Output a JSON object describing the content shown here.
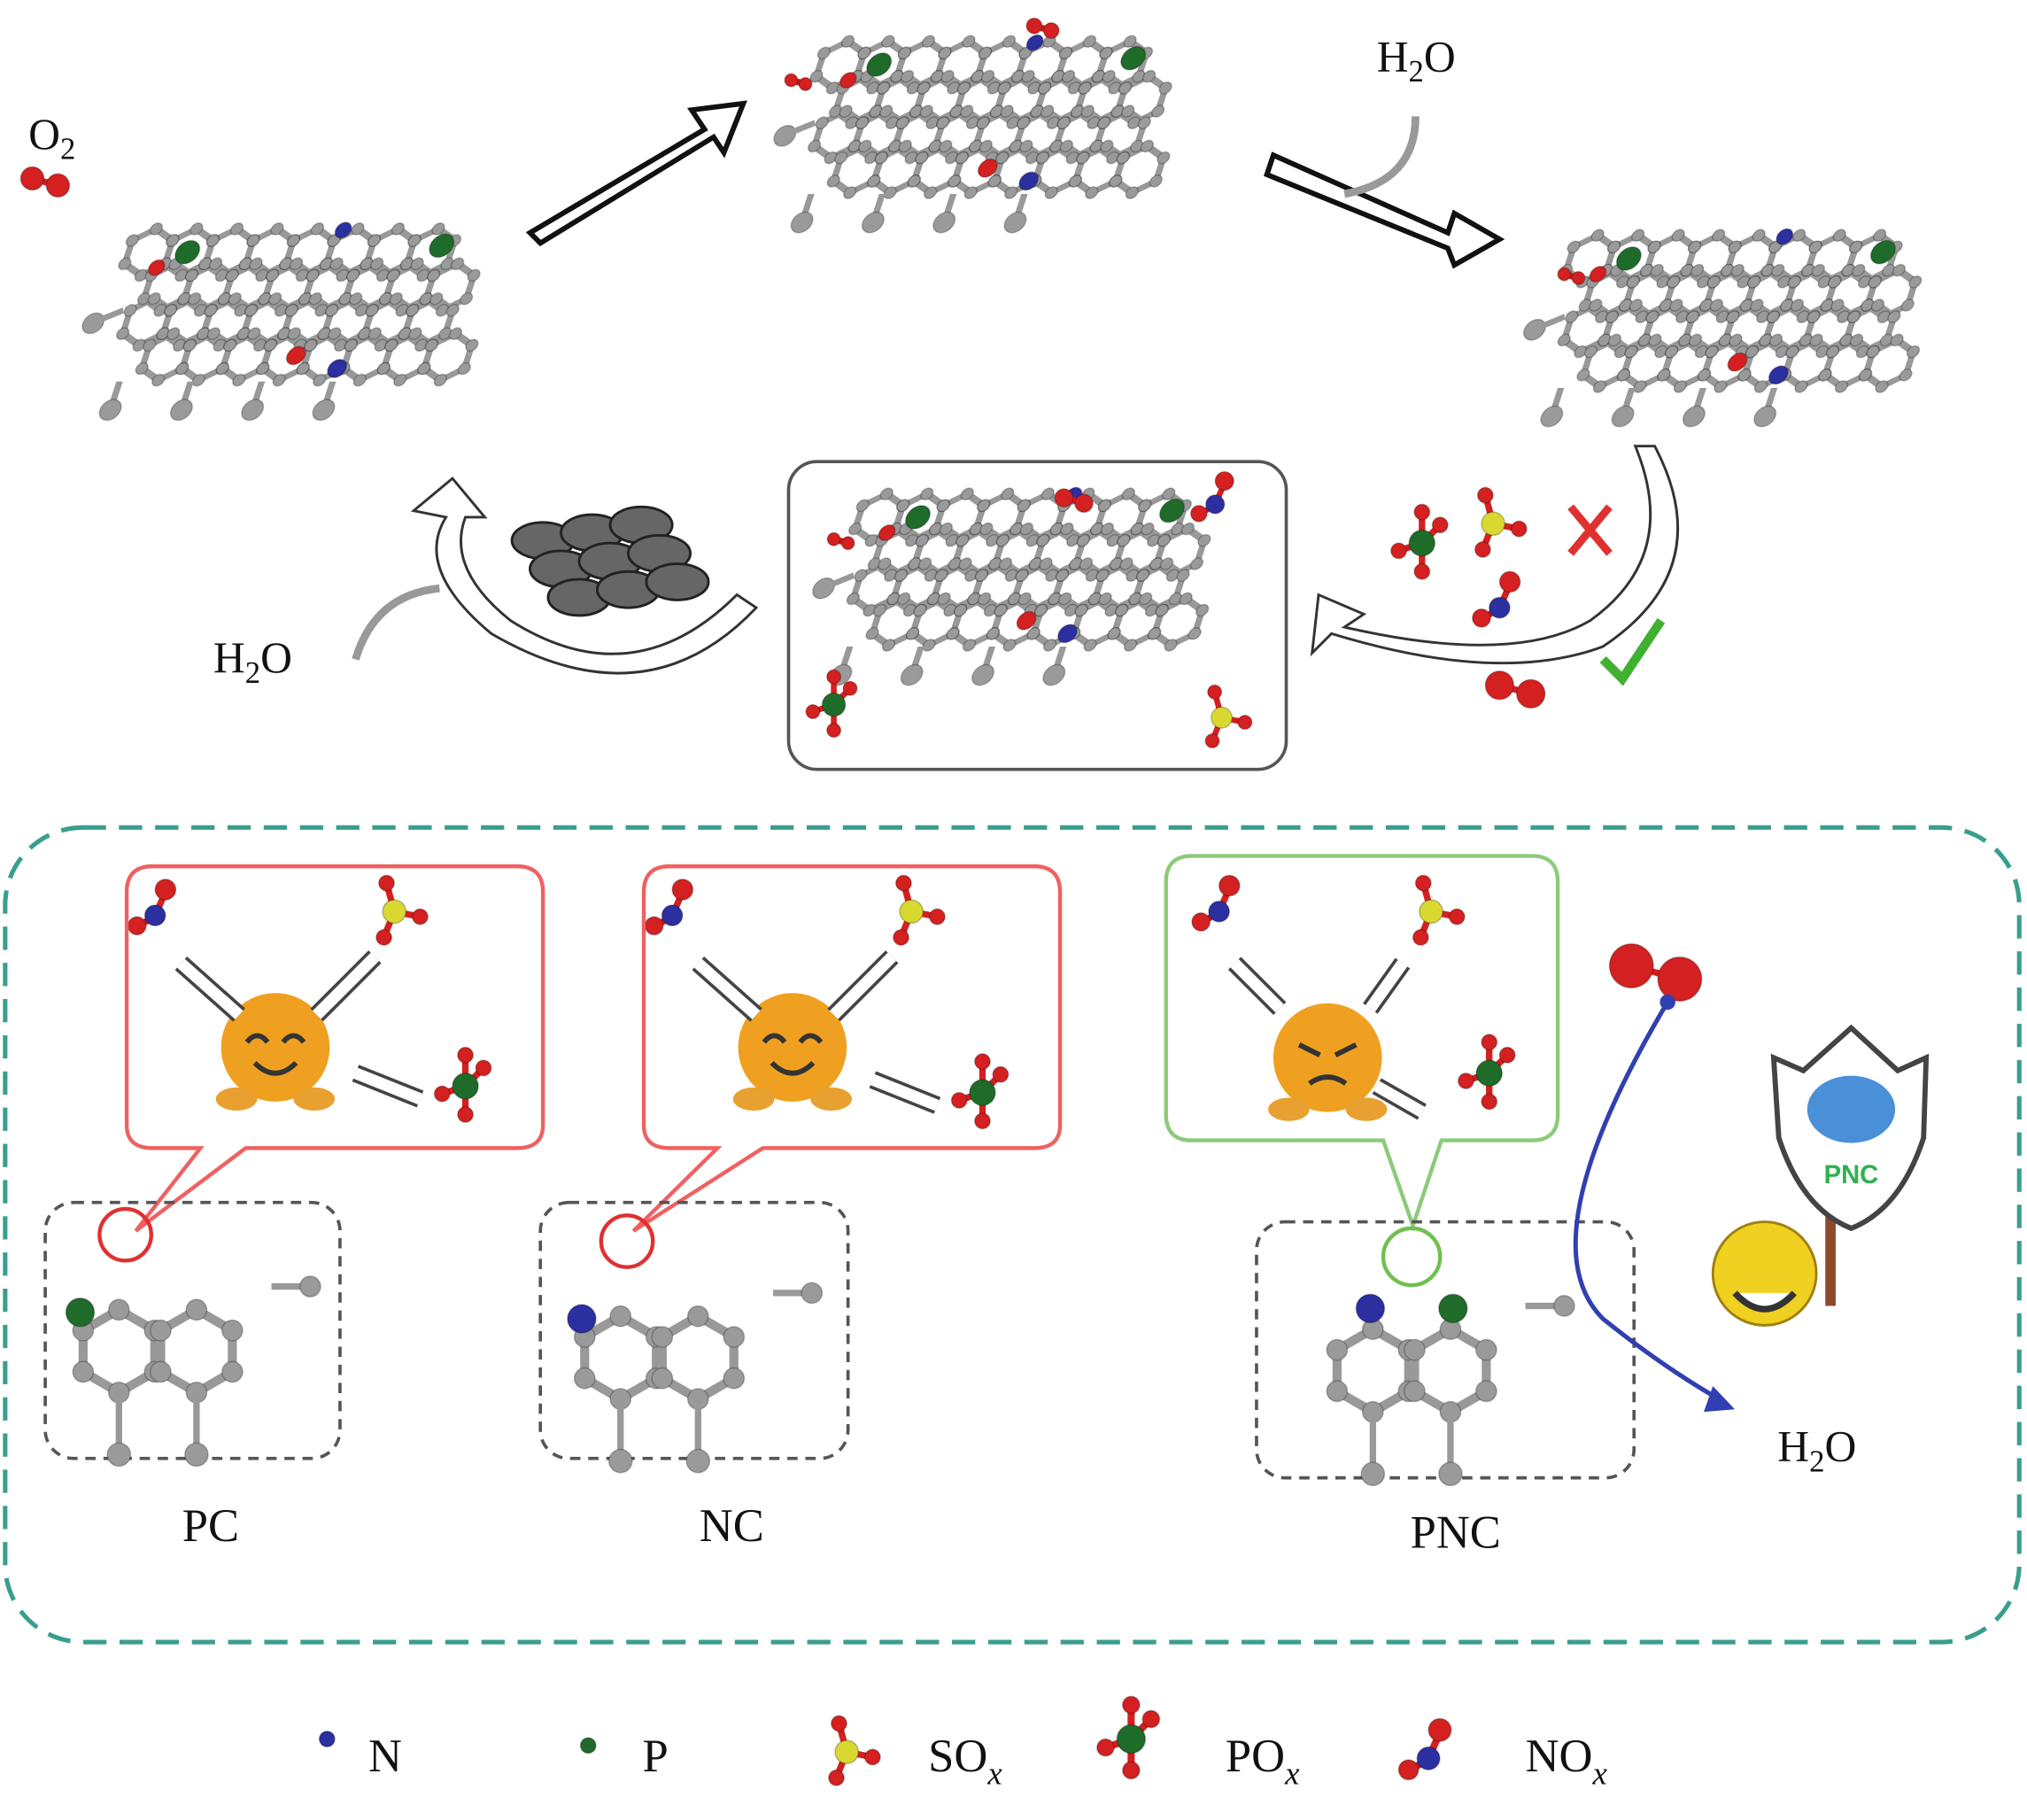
{
  "top": {
    "o2_label": "O",
    "o2_sub": "2",
    "h2o_top": {
      "main": "H",
      "sub": "2",
      "rest": "O"
    },
    "h2o_left": {
      "main": "H",
      "sub": "2",
      "rest": "O"
    }
  },
  "bottom": {
    "pc_label": "PC",
    "nc_label": "NC",
    "pnc_label": "PNC",
    "shield_text": "PNC",
    "h2o_right": {
      "main": "H",
      "sub": "2",
      "rest": "O"
    }
  },
  "legend": [
    {
      "label": "N",
      "sub": ""
    },
    {
      "label": "P",
      "sub": ""
    },
    {
      "label": "SO",
      "sub": "x"
    },
    {
      "label": "PO",
      "sub": "x"
    },
    {
      "label": "NO",
      "sub": "x"
    }
  ],
  "colors": {
    "N": "#2b2fa0",
    "P": "#1f6b2a",
    "S": "#d8d830",
    "O": "#d42020",
    "C": "#9a9a9a",
    "frame": "#3a9e8e",
    "bad": "#f06060",
    "good": "#7cc46a"
  }
}
